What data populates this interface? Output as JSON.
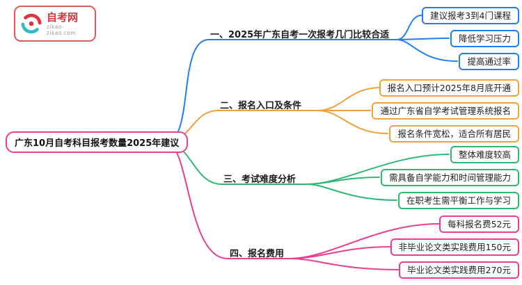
{
  "site": {
    "name": "自考网",
    "domain": "zikao-zikao.com",
    "logo_red": "#d9363e",
    "logo_teal": "#35b9c6"
  },
  "root": {
    "label": "广东10月自考科目报考数量2025年建议",
    "color": "#ea3d8f"
  },
  "branches": [
    {
      "label": "一、2025年广东自考一次报考几门比较合适",
      "color": "#1f7ff2",
      "children": [
        "建议报考3到4门课程",
        "降低学习压力",
        "提高通过率"
      ]
    },
    {
      "label": "二、报名入口及条件",
      "color": "#efa23a",
      "children": [
        "报名入口预计2025年8月底开通",
        "通过广东省自学考试管理系统报名",
        "报名条件宽松，适合所有居民"
      ]
    },
    {
      "label": "三、考试难度分析",
      "color": "#2eb872",
      "children": [
        "整体难度较高",
        "需具备自学能力和时间管理能力",
        "在职考生需平衡工作与学习"
      ]
    },
    {
      "label": "四、报名费用",
      "color": "#ea3d8f",
      "children": [
        "每科报名费52元",
        "非毕业论文类实践费用150元",
        "毕业论文类实践费用270元"
      ]
    }
  ]
}
